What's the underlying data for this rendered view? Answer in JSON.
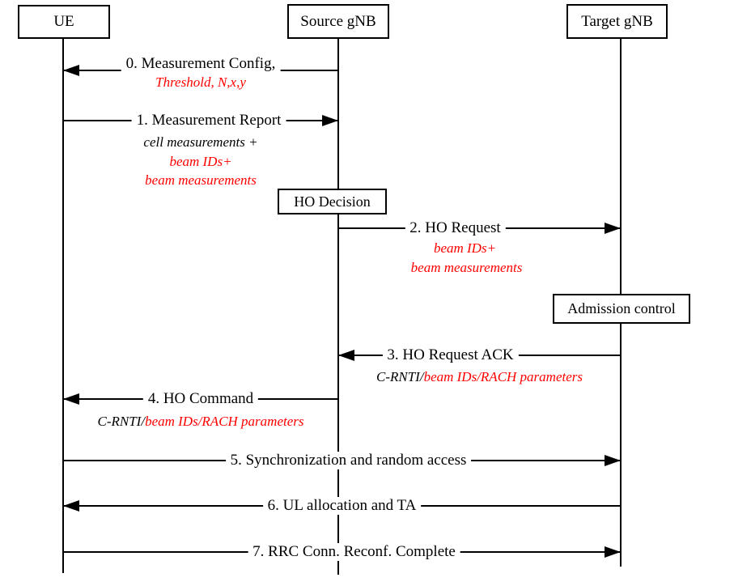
{
  "actors": [
    {
      "label": "UE"
    },
    {
      "label": "Source gNB"
    },
    {
      "label": "Target gNB"
    }
  ],
  "process_boxes": [
    {
      "label": "HO Decision"
    },
    {
      "label": "Admission control"
    }
  ],
  "messages": [
    {
      "label": "0. Measurement Config,",
      "note_red": "Threshold, N,x,y"
    },
    {
      "label": "1. Measurement Report",
      "note1": "cell measurements +",
      "note2": "beam IDs+",
      "note3": "beam measurements"
    },
    {
      "label": "2. HO Request",
      "note1": "beam IDs+",
      "note2": "beam measurements"
    },
    {
      "label": "3. HO Request ACK",
      "note_black": "C-RNTI/",
      "note_red": "beam IDs/RACH parameters"
    },
    {
      "label": "4. HO Command",
      "note_black": "C-RNTI/",
      "note_red": "beam IDs/RACH parameters"
    },
    {
      "label": "5. Synchronization and random access"
    },
    {
      "label": "6. UL allocation and TA"
    },
    {
      "label": "7. RRC Conn. Reconf. Complete"
    }
  ],
  "colors": {
    "line": "#000000",
    "text": "#000000",
    "annotation_red": "#FF0000",
    "background": "#FFFFFF"
  }
}
